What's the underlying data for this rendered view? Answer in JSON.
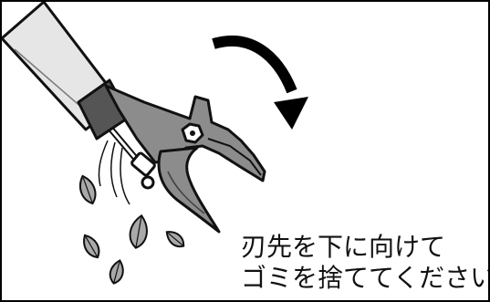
{
  "instruction": {
    "line1": "刃先を下に向けて",
    "line2": "ゴミを捨ててください。"
  },
  "colors": {
    "outline": "#111111",
    "handle": "#e6e6e6",
    "collar": "#555555",
    "blade": "#8c8c8c",
    "blade_dark": "#6f6f6f",
    "leaf": "#a9a9a9",
    "arrow": "#000000"
  },
  "icons": {
    "rotation_arrow": "curved-arrow-clockwise",
    "leaves": "falling-leaves"
  }
}
